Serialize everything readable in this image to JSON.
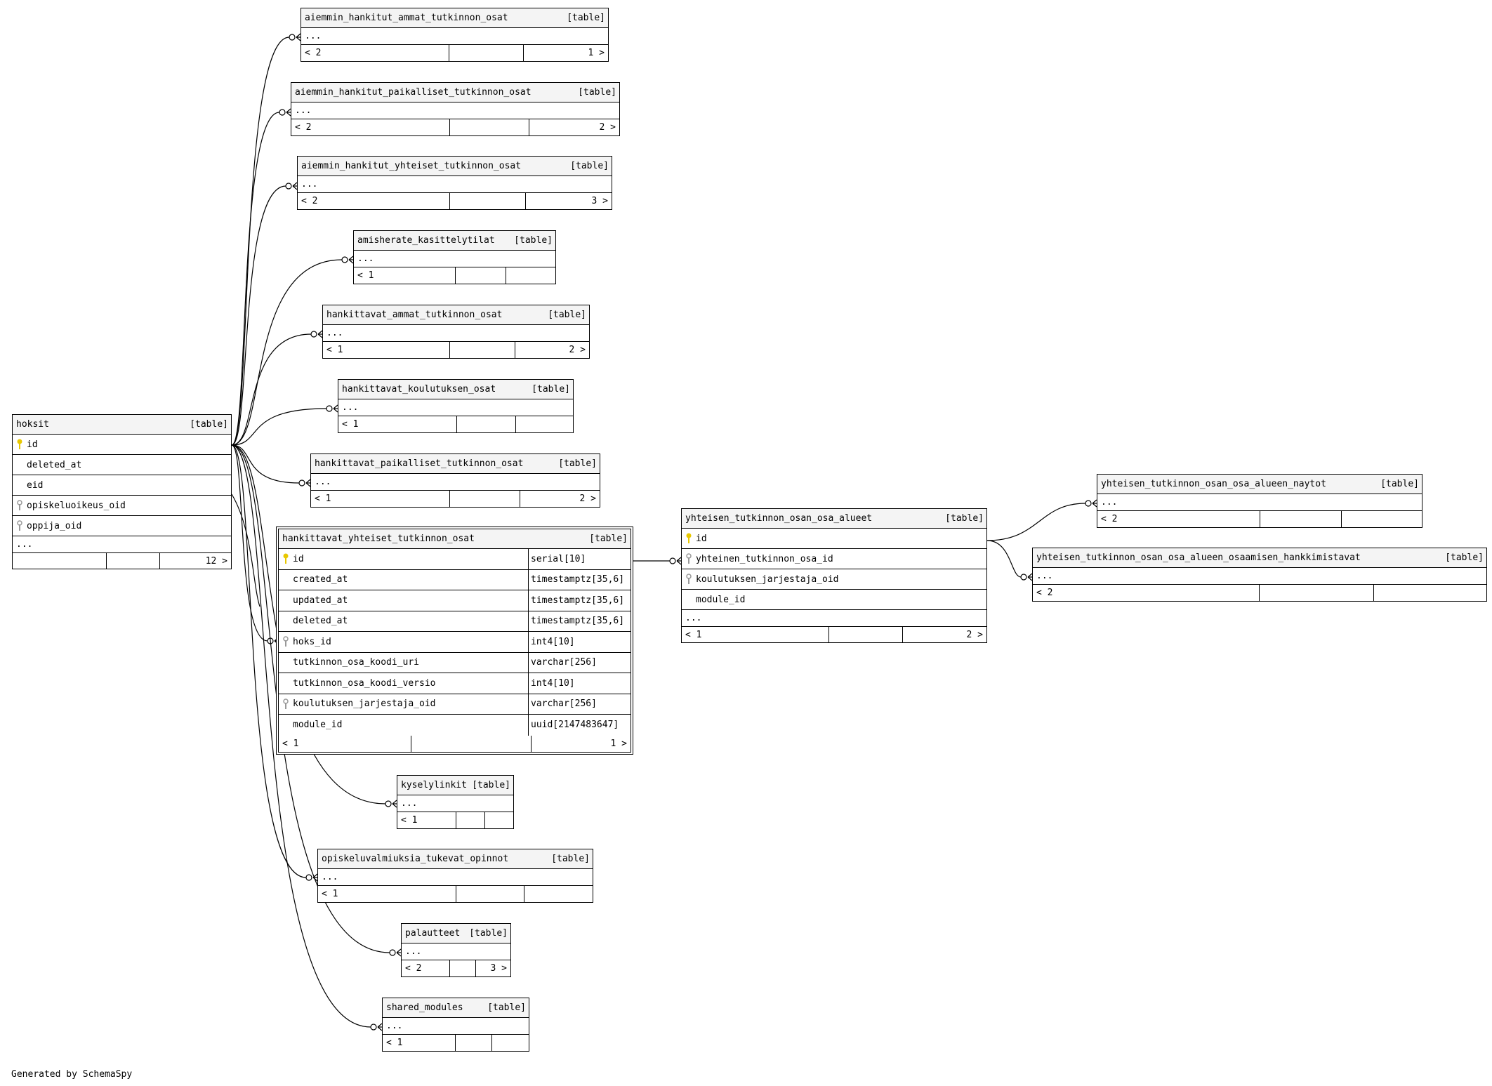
{
  "footer": "Generated by SchemaSpy",
  "colors": {
    "primary_key": "#e8c800",
    "foreign_key": "#999999",
    "header_bg": "#f4f4f4"
  },
  "tag_label": "[table]",
  "ellipsis": "...",
  "tables": {
    "hoksit": {
      "name": "hoksit",
      "columns": [
        {
          "name": "id",
          "key": "pk"
        },
        {
          "name": "deleted_at",
          "key": ""
        },
        {
          "name": "eid",
          "key": ""
        },
        {
          "name": "opiskeluoikeus_oid",
          "key": "fk"
        },
        {
          "name": "oppija_oid",
          "key": "fk"
        }
      ],
      "footer": {
        "left": "",
        "mid": "",
        "right": "12 >"
      }
    },
    "aiemmin_hankitut_ammat_tutkinnon_osat": {
      "name": "aiemmin_hankitut_ammat_tutkinnon_osat",
      "footer": {
        "left": "< 2",
        "mid": "",
        "right": "1 >"
      }
    },
    "aiemmin_hankitut_paikalliset_tutkinnon_osat": {
      "name": "aiemmin_hankitut_paikalliset_tutkinnon_osat",
      "footer": {
        "left": "< 2",
        "mid": "",
        "right": "2 >"
      }
    },
    "aiemmin_hankitut_yhteiset_tutkinnon_osat": {
      "name": "aiemmin_hankitut_yhteiset_tutkinnon_osat",
      "footer": {
        "left": "< 2",
        "mid": "",
        "right": "3 >"
      }
    },
    "amisherate_kasittelytilat": {
      "name": "amisherate_kasittelytilat",
      "footer": {
        "left": "< 1",
        "mid": "",
        "right": ""
      }
    },
    "hankittavat_ammat_tutkinnon_osat": {
      "name": "hankittavat_ammat_tutkinnon_osat",
      "footer": {
        "left": "< 1",
        "mid": "",
        "right": "2 >"
      }
    },
    "hankittavat_koulutuksen_osat": {
      "name": "hankittavat_koulutuksen_osat",
      "footer": {
        "left": "< 1",
        "mid": "",
        "right": ""
      }
    },
    "hankittavat_paikalliset_tutkinnon_osat": {
      "name": "hankittavat_paikalliset_tutkinnon_osat",
      "footer": {
        "left": "< 1",
        "mid": "",
        "right": "2 >"
      }
    },
    "hankittavat_yhteiset_tutkinnon_osat": {
      "name": "hankittavat_yhteiset_tutkinnon_osat",
      "columns": [
        {
          "name": "id",
          "type": "serial[10]",
          "key": "pk"
        },
        {
          "name": "created_at",
          "type": "timestamptz[35,6]",
          "key": ""
        },
        {
          "name": "updated_at",
          "type": "timestamptz[35,6]",
          "key": ""
        },
        {
          "name": "deleted_at",
          "type": "timestamptz[35,6]",
          "key": ""
        },
        {
          "name": "hoks_id",
          "type": "int4[10]",
          "key": "fk"
        },
        {
          "name": "tutkinnon_osa_koodi_uri",
          "type": "varchar[256]",
          "key": ""
        },
        {
          "name": "tutkinnon_osa_koodi_versio",
          "type": "int4[10]",
          "key": ""
        },
        {
          "name": "koulutuksen_jarjestaja_oid",
          "type": "varchar[256]",
          "key": "fk"
        },
        {
          "name": "module_id",
          "type": "uuid[2147483647]",
          "key": ""
        }
      ],
      "footer": {
        "left": "< 1",
        "mid": "",
        "right": "1 >"
      }
    },
    "yhteisen_tutkinnon_osan_osa_alueet": {
      "name": "yhteisen_tutkinnon_osan_osa_alueet",
      "columns": [
        {
          "name": "id",
          "key": "pk"
        },
        {
          "name": "yhteinen_tutkinnon_osa_id",
          "key": "fk"
        },
        {
          "name": "koulutuksen_jarjestaja_oid",
          "key": "fk"
        },
        {
          "name": "module_id",
          "key": ""
        }
      ],
      "footer": {
        "left": "< 1",
        "mid": "",
        "right": "2 >"
      }
    },
    "yhteisen_tutkinnon_osan_osa_alueen_naytot": {
      "name": "yhteisen_tutkinnon_osan_osa_alueen_naytot",
      "footer": {
        "left": "< 2",
        "mid": "",
        "right": ""
      }
    },
    "yhteisen_tutkinnon_osan_osa_alueen_osaamisen_hankkimistavat": {
      "name": "yhteisen_tutkinnon_osan_osa_alueen_osaamisen_hankkimistavat",
      "footer": {
        "left": "< 2",
        "mid": "",
        "right": ""
      }
    },
    "kyselylinkit": {
      "name": "kyselylinkit",
      "footer": {
        "left": "< 1",
        "mid": "",
        "right": ""
      }
    },
    "opiskeluvalmiuksia_tukevat_opinnot": {
      "name": "opiskeluvalmiuksia_tukevat_opinnot",
      "footer": {
        "left": "< 1",
        "mid": "",
        "right": ""
      }
    },
    "palautteet": {
      "name": "palautteet",
      "footer": {
        "left": "< 2",
        "mid": "",
        "right": "3 >"
      }
    },
    "shared_modules": {
      "name": "shared_modules",
      "footer": {
        "left": "< 1",
        "mid": "",
        "right": ""
      }
    }
  }
}
